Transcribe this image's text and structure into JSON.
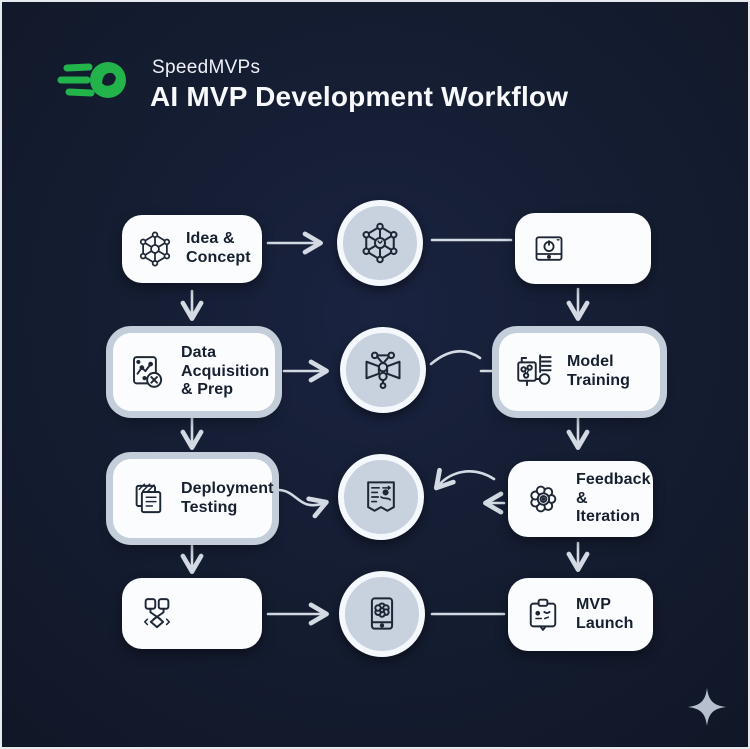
{
  "header": {
    "brand": "SpeedMVPs",
    "title": "AI MVP Development Workflow"
  },
  "workflow": {
    "rows": [
      {
        "left": {
          "label": "Idea & Concept",
          "icon": "neural-network-icon"
        },
        "center": {
          "icon": "neural-network-icon"
        },
        "right": {
          "label": "",
          "icon": "monitor-icon"
        }
      },
      {
        "left": {
          "label": "Data Acquisition & Prep",
          "icon": "data-document-icon"
        },
        "center": {
          "icon": "network-molecule-icon"
        },
        "right": {
          "label": "Model Training",
          "icon": "model-board-icon"
        }
      },
      {
        "left": {
          "label": "Deployment Testing",
          "icon": "stacked-docs-icon"
        },
        "center": {
          "icon": "annotated-document-icon"
        },
        "right": {
          "label": "Feedback & Iteration",
          "icon": "flower-gear-icon"
        }
      },
      {
        "left": {
          "label": "",
          "icon": "flowchart-icon"
        },
        "center": {
          "icon": "tablet-app-icon"
        },
        "right": {
          "label": "MVP Launch",
          "icon": "clipboard-launch-icon"
        }
      }
    ]
  },
  "footer": {
    "decoration": "sparkle-icon"
  },
  "colors": {
    "background": "#141c30",
    "box_fill": "#fbfcfe",
    "box_outer_ring": "#c4cdda",
    "circle_fill": "#c8d1de",
    "circle_ring": "#f4f7fb",
    "arrow": "#d3dae4",
    "icon_stroke": "#1e2736",
    "text": "#16202f",
    "brand_green": "#22b44a",
    "sparkle": "#b6bfcd"
  }
}
